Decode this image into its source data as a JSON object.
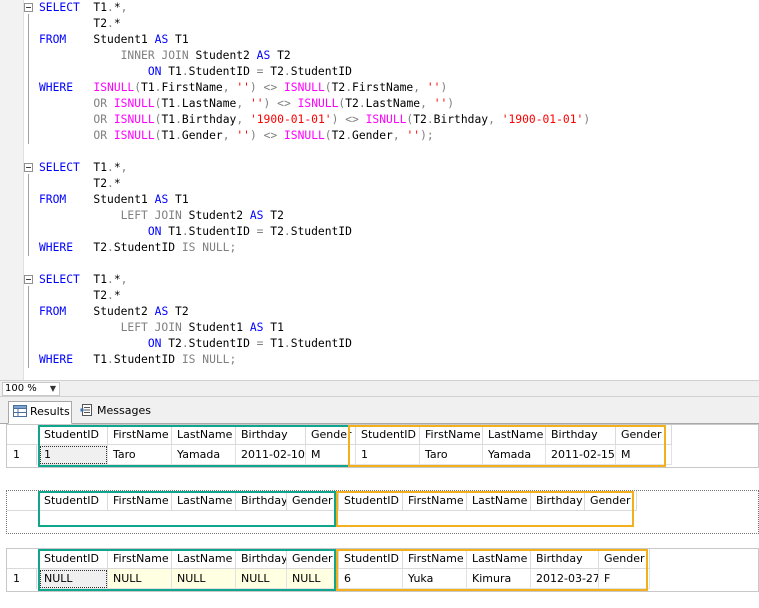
{
  "editor": {
    "lines": [
      [
        [
          "kw",
          "SELECT"
        ],
        [
          "tx",
          "  T1"
        ],
        [
          "gr",
          "."
        ],
        [
          "tx",
          "*"
        ],
        [
          "gr",
          ","
        ]
      ],
      [
        [
          "tx",
          "        T2"
        ],
        [
          "gr",
          "."
        ],
        [
          "tx",
          "*"
        ]
      ],
      [
        [
          "kw",
          "FROM"
        ],
        [
          "tx",
          "    Student1 "
        ],
        [
          "kw",
          "AS"
        ],
        [
          "tx",
          " T1"
        ]
      ],
      [
        [
          "tx",
          "            "
        ],
        [
          "gr",
          "INNER JOIN"
        ],
        [
          "tx",
          " Student2 "
        ],
        [
          "kw",
          "AS"
        ],
        [
          "tx",
          " T2"
        ]
      ],
      [
        [
          "tx",
          "                "
        ],
        [
          "kw",
          "ON"
        ],
        [
          "tx",
          " T1"
        ],
        [
          "gr",
          "."
        ],
        [
          "tx",
          "StudentID "
        ],
        [
          "gr",
          "="
        ],
        [
          "tx",
          " T2"
        ],
        [
          "gr",
          "."
        ],
        [
          "tx",
          "StudentID"
        ]
      ],
      [
        [
          "kw",
          "WHERE"
        ],
        [
          "tx",
          "   "
        ],
        [
          "fn",
          "ISNULL"
        ],
        [
          "gr",
          "("
        ],
        [
          "tx",
          "T1"
        ],
        [
          "gr",
          "."
        ],
        [
          "tx",
          "FirstName"
        ],
        [
          "gr",
          ","
        ],
        [
          "tx",
          " "
        ],
        [
          "st",
          "''"
        ],
        [
          "gr",
          ")"
        ],
        [
          "tx",
          " "
        ],
        [
          "gr",
          "<>"
        ],
        [
          "tx",
          " "
        ],
        [
          "fn",
          "ISNULL"
        ],
        [
          "gr",
          "("
        ],
        [
          "tx",
          "T2"
        ],
        [
          "gr",
          "."
        ],
        [
          "tx",
          "FirstName"
        ],
        [
          "gr",
          ","
        ],
        [
          "tx",
          " "
        ],
        [
          "st",
          "''"
        ],
        [
          "gr",
          ")"
        ]
      ],
      [
        [
          "tx",
          "        "
        ],
        [
          "gr",
          "OR"
        ],
        [
          "tx",
          " "
        ],
        [
          "fn",
          "ISNULL"
        ],
        [
          "gr",
          "("
        ],
        [
          "tx",
          "T1"
        ],
        [
          "gr",
          "."
        ],
        [
          "tx",
          "LastName"
        ],
        [
          "gr",
          ","
        ],
        [
          "tx",
          " "
        ],
        [
          "st",
          "''"
        ],
        [
          "gr",
          ")"
        ],
        [
          "tx",
          " "
        ],
        [
          "gr",
          "<>"
        ],
        [
          "tx",
          " "
        ],
        [
          "fn",
          "ISNULL"
        ],
        [
          "gr",
          "("
        ],
        [
          "tx",
          "T2"
        ],
        [
          "gr",
          "."
        ],
        [
          "tx",
          "LastName"
        ],
        [
          "gr",
          ","
        ],
        [
          "tx",
          " "
        ],
        [
          "st",
          "''"
        ],
        [
          "gr",
          ")"
        ]
      ],
      [
        [
          "tx",
          "        "
        ],
        [
          "gr",
          "OR"
        ],
        [
          "tx",
          " "
        ],
        [
          "fn",
          "ISNULL"
        ],
        [
          "gr",
          "("
        ],
        [
          "tx",
          "T1"
        ],
        [
          "gr",
          "."
        ],
        [
          "tx",
          "Birthday"
        ],
        [
          "gr",
          ","
        ],
        [
          "tx",
          " "
        ],
        [
          "st",
          "'1900-01-01'"
        ],
        [
          "gr",
          ")"
        ],
        [
          "tx",
          " "
        ],
        [
          "gr",
          "<>"
        ],
        [
          "tx",
          " "
        ],
        [
          "fn",
          "ISNULL"
        ],
        [
          "gr",
          "("
        ],
        [
          "tx",
          "T2"
        ],
        [
          "gr",
          "."
        ],
        [
          "tx",
          "Birthday"
        ],
        [
          "gr",
          ","
        ],
        [
          "tx",
          " "
        ],
        [
          "st",
          "'1900-01-01'"
        ],
        [
          "gr",
          ")"
        ]
      ],
      [
        [
          "tx",
          "        "
        ],
        [
          "gr",
          "OR"
        ],
        [
          "tx",
          " "
        ],
        [
          "fn",
          "ISNULL"
        ],
        [
          "gr",
          "("
        ],
        [
          "tx",
          "T1"
        ],
        [
          "gr",
          "."
        ],
        [
          "tx",
          "Gender"
        ],
        [
          "gr",
          ","
        ],
        [
          "tx",
          " "
        ],
        [
          "st",
          "''"
        ],
        [
          "gr",
          ")"
        ],
        [
          "tx",
          " "
        ],
        [
          "gr",
          "<>"
        ],
        [
          "tx",
          " "
        ],
        [
          "fn",
          "ISNULL"
        ],
        [
          "gr",
          "("
        ],
        [
          "tx",
          "T2"
        ],
        [
          "gr",
          "."
        ],
        [
          "tx",
          "Gender"
        ],
        [
          "gr",
          ","
        ],
        [
          "tx",
          " "
        ],
        [
          "st",
          "''"
        ],
        [
          "gr",
          ");"
        ]
      ],
      [],
      [
        [
          "kw",
          "SELECT"
        ],
        [
          "tx",
          "  T1"
        ],
        [
          "gr",
          "."
        ],
        [
          "tx",
          "*"
        ],
        [
          "gr",
          ","
        ]
      ],
      [
        [
          "tx",
          "        T2"
        ],
        [
          "gr",
          "."
        ],
        [
          "tx",
          "*"
        ]
      ],
      [
        [
          "kw",
          "FROM"
        ],
        [
          "tx",
          "    Student1 "
        ],
        [
          "kw",
          "AS"
        ],
        [
          "tx",
          " T1"
        ]
      ],
      [
        [
          "tx",
          "            "
        ],
        [
          "gr",
          "LEFT JOIN"
        ],
        [
          "tx",
          " Student2 "
        ],
        [
          "kw",
          "AS"
        ],
        [
          "tx",
          " T2"
        ]
      ],
      [
        [
          "tx",
          "                "
        ],
        [
          "kw",
          "ON"
        ],
        [
          "tx",
          " T1"
        ],
        [
          "gr",
          "."
        ],
        [
          "tx",
          "StudentID "
        ],
        [
          "gr",
          "="
        ],
        [
          "tx",
          " T2"
        ],
        [
          "gr",
          "."
        ],
        [
          "tx",
          "StudentID"
        ]
      ],
      [
        [
          "kw",
          "WHERE"
        ],
        [
          "tx",
          "   T2"
        ],
        [
          "gr",
          "."
        ],
        [
          "tx",
          "StudentID "
        ],
        [
          "gr",
          "IS"
        ],
        [
          "tx",
          " "
        ],
        [
          "gr",
          "NULL;"
        ]
      ],
      [],
      [
        [
          "kw",
          "SELECT"
        ],
        [
          "tx",
          "  T1"
        ],
        [
          "gr",
          "."
        ],
        [
          "tx",
          "*"
        ],
        [
          "gr",
          ","
        ]
      ],
      [
        [
          "tx",
          "        T2"
        ],
        [
          "gr",
          "."
        ],
        [
          "tx",
          "*"
        ]
      ],
      [
        [
          "kw",
          "FROM"
        ],
        [
          "tx",
          "    Student2 "
        ],
        [
          "kw",
          "AS"
        ],
        [
          "tx",
          " T2"
        ]
      ],
      [
        [
          "tx",
          "            "
        ],
        [
          "gr",
          "LEFT JOIN"
        ],
        [
          "tx",
          " Student1 "
        ],
        [
          "kw",
          "AS"
        ],
        [
          "tx",
          " T1"
        ]
      ],
      [
        [
          "tx",
          "                "
        ],
        [
          "kw",
          "ON"
        ],
        [
          "tx",
          " T2"
        ],
        [
          "gr",
          "."
        ],
        [
          "tx",
          "StudentID "
        ],
        [
          "gr",
          "="
        ],
        [
          "tx",
          " T1"
        ],
        [
          "gr",
          "."
        ],
        [
          "tx",
          "StudentID"
        ]
      ],
      [
        [
          "kw",
          "WHERE"
        ],
        [
          "tx",
          "   T1"
        ],
        [
          "gr",
          "."
        ],
        [
          "tx",
          "StudentID "
        ],
        [
          "gr",
          "IS"
        ],
        [
          "tx",
          " "
        ],
        [
          "gr",
          "NULL;"
        ]
      ]
    ]
  },
  "zoom": {
    "value": "100 %"
  },
  "tabs": {
    "results": "Results",
    "messages": "Messages"
  },
  "grids": [
    {
      "headers": [
        "StudentID",
        "FirstName",
        "LastName",
        "Birthday",
        "Gender",
        "StudentID",
        "FirstName",
        "LastName",
        "Birthday",
        "Gender"
      ],
      "rows": [
        {
          "num": "1",
          "cells": [
            "1",
            "Taro",
            "Yamada",
            "2011-02-10",
            "M",
            "1",
            "Taro",
            "Yamada",
            "2011-02-15",
            "M"
          ]
        }
      ]
    },
    {
      "headers": [
        "StudentID",
        "FirstName",
        "LastName",
        "Birthday",
        "Gender",
        "StudentID",
        "FirstName",
        "LastName",
        "Birthday",
        "Gender"
      ],
      "rows": []
    },
    {
      "headers": [
        "StudentID",
        "FirstName",
        "LastName",
        "Birthday",
        "Gender",
        "StudentID",
        "FirstName",
        "LastName",
        "Birthday",
        "Gender"
      ],
      "rows": [
        {
          "num": "1",
          "cells": [
            "NULL",
            "NULL",
            "NULL",
            "NULL",
            "NULL",
            "6",
            "Yuka",
            "Kimura",
            "2012-03-27",
            "F"
          ]
        }
      ]
    }
  ]
}
